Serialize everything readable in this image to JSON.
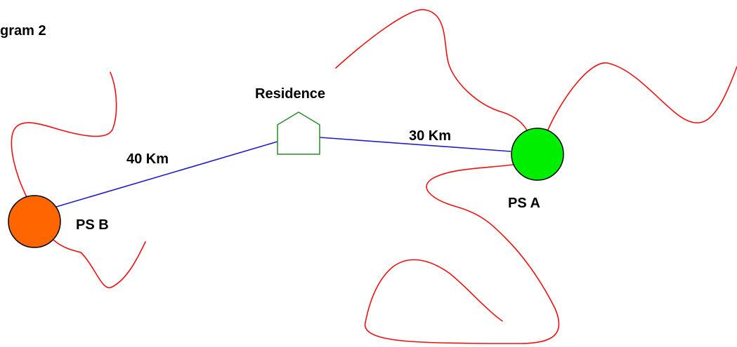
{
  "diagram": {
    "title": "gram 2",
    "residence_label": "Residence",
    "distance_b_label": "40 Km",
    "distance_a_label": "30 Km",
    "station_a_label": "PS A",
    "station_b_label": "PS B"
  },
  "colors": {
    "station_a_fill": "#00ee00",
    "station_b_fill": "#ff6600",
    "road": "#1f1fcc",
    "boundary": "#ee1111",
    "residence_outline": "#2a8a2a"
  }
}
